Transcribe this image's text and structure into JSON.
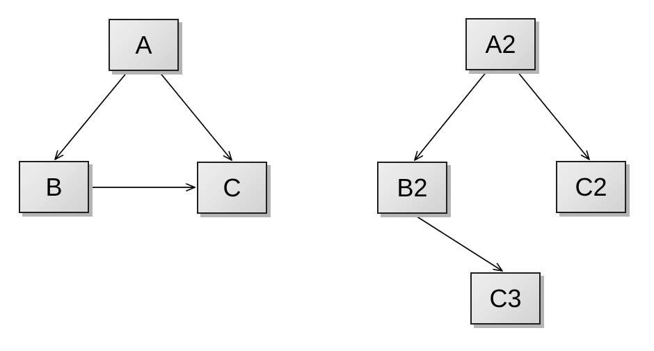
{
  "page": {
    "background": "#ffffff"
  },
  "diagram": {
    "type": "directed-graph",
    "style": {
      "node_fill_light": "#eeeeee",
      "node_fill_dark": "#d2d2d2",
      "node_border_color": "#1f1f1f",
      "node_shadow_color": "#b4b4b4",
      "edge_color": "#000000",
      "text_color": "#000000"
    },
    "graphs": [
      {
        "name": "left-graph",
        "nodes": [
          {
            "id": "A",
            "label": "A"
          },
          {
            "id": "B",
            "label": "B"
          },
          {
            "id": "C",
            "label": "C"
          }
        ],
        "edges": [
          {
            "from": "A",
            "to": "B"
          },
          {
            "from": "A",
            "to": "C"
          },
          {
            "from": "B",
            "to": "C"
          }
        ]
      },
      {
        "name": "right-graph",
        "nodes": [
          {
            "id": "A2",
            "label": "A2"
          },
          {
            "id": "B2",
            "label": "B2"
          },
          {
            "id": "C2",
            "label": "C2"
          },
          {
            "id": "C3",
            "label": "C3"
          }
        ],
        "edges": [
          {
            "from": "A2",
            "to": "B2"
          },
          {
            "from": "A2",
            "to": "C2"
          },
          {
            "from": "B2",
            "to": "C3"
          }
        ]
      }
    ]
  }
}
